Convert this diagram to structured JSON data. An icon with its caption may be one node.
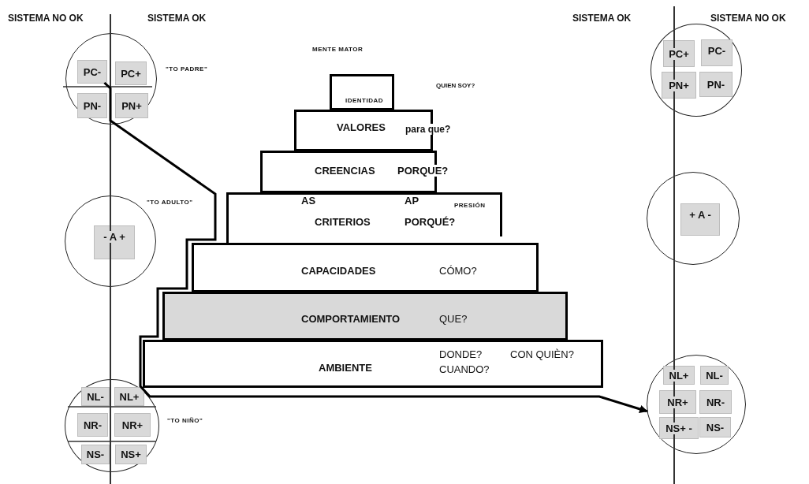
{
  "diagram": {
    "nodes": [
      {
        "text": [],
        "shape": "circle"
      },
      {
        "text": [
          "PC-"
        ],
        "in": 0
      },
      {
        "text": [
          "PC+"
        ],
        "in": 0
      },
      {
        "text": [
          "PN-"
        ],
        "in": 0
      },
      {
        "text": [
          "PN+"
        ],
        "in": 0
      },
      {
        "text": [],
        "shape": "circle"
      },
      {
        "text": [
          "- A +"
        ],
        "in": 5
      },
      {
        "text": [],
        "shape": "circle"
      },
      {
        "text": [
          "NL-"
        ],
        "in": 7
      },
      {
        "text": [
          "NL+"
        ],
        "in": 7
      },
      {
        "text": [
          "NR-"
        ],
        "in": 7
      },
      {
        "text": [
          "NR+"
        ],
        "in": 7
      },
      {
        "text": [
          "NS-"
        ],
        "in": 7
      },
      {
        "text": [
          "NS+"
        ],
        "in": 7
      },
      {
        "text": [],
        "shape": "circle"
      },
      {
        "text": [
          "PC+"
        ],
        "in": 14
      },
      {
        "text": [
          "PC-"
        ],
        "in": 14
      },
      {
        "text": [
          "PN+"
        ],
        "in": 14
      },
      {
        "text": [
          "PN-"
        ],
        "in": 14
      },
      {
        "text": [],
        "shape": "circle"
      },
      {
        "text": [
          "+ A -"
        ],
        "in": 19
      },
      {
        "text": [],
        "shape": "circle"
      },
      {
        "text": [
          "NL+"
        ],
        "in": 21
      },
      {
        "text": [
          "NL-"
        ],
        "in": 21
      },
      {
        "text": [
          "NR+"
        ],
        "in": 21
      },
      {
        "text": [
          "NR-"
        ],
        "in": 21
      },
      {
        "text": [
          "NS+ -"
        ],
        "in": 21
      },
      {
        "text": [
          "NS-"
        ],
        "in": 21
      },
      {
        "text": [
          "IDENTIDAD"
        ]
      },
      {
        "text": [
          "VALORES",
          "para que?"
        ]
      },
      {
        "text": [
          "CREENCIAS",
          "PORQUE?"
        ]
      },
      {
        "text": [
          "AS",
          "AP",
          "PRESIÓN",
          "CRITERIOS",
          "PORQUÉ?"
        ]
      },
      {
        "text": [
          "CAPACIDADES",
          "CÓMO?"
        ]
      },
      {
        "text": [
          "COMPORTAMIENTO",
          "QUE?"
        ]
      },
      {
        "text": [
          "DONDE?",
          "CON QUIÈN?",
          "CUANDO?",
          "AMBIENTE"
        ]
      }
    ],
    "edges": [
      {
        "from": 1,
        "to": 21,
        "arrow": "to"
      }
    ],
    "labels": [
      "SISTEMA NO OK",
      "SISTEMA OK",
      "MENTE MATOR",
      "QUIEN SOY?",
      "\"TO PADRE\"",
      "\"TO ADULTO\"",
      "\"TO NIÑO\"",
      "SISTEMA OK",
      "SISTEMA NO OK"
    ]
  }
}
